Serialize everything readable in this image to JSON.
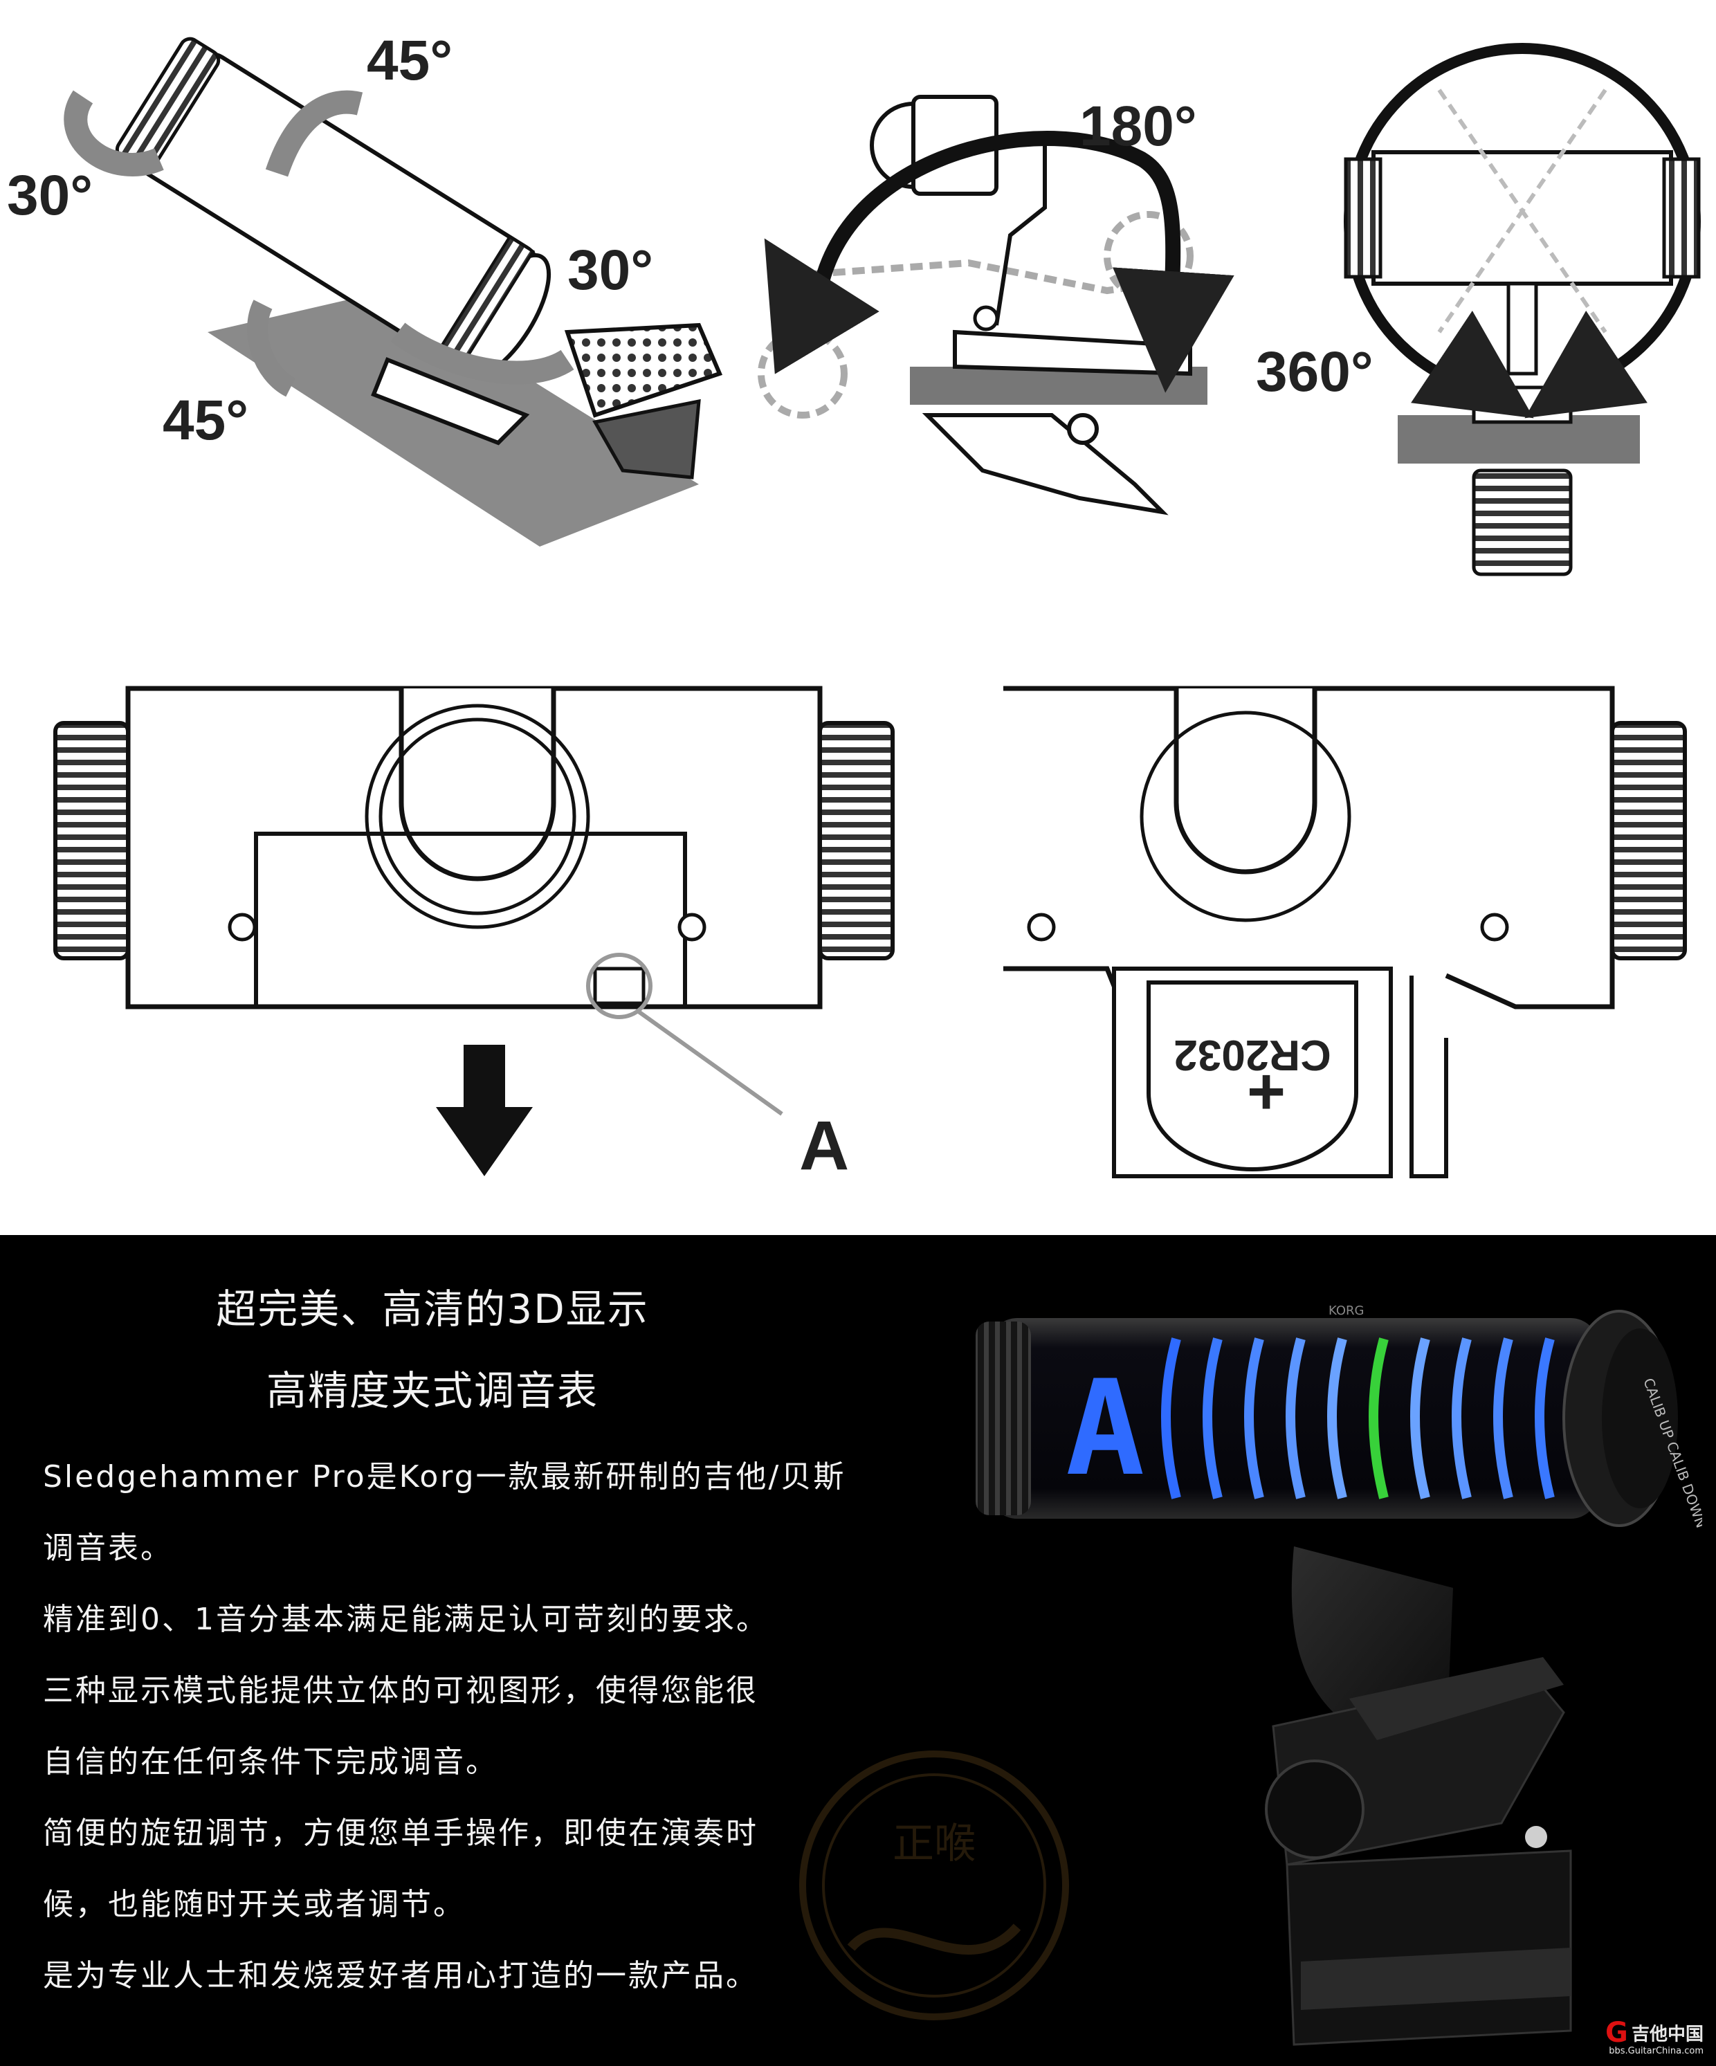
{
  "rotation_labels": {
    "top_tilt": "45°",
    "left_roll": "30°",
    "right_roll": "30°",
    "bottom_tilt": "45°",
    "head_rotate": "180°",
    "full_rotate": "360°"
  },
  "diagram_labels": {
    "battery_model": "CR2032",
    "battery_plus": "+",
    "callout_letter": "A"
  },
  "promo": {
    "heading_1": "超完美、高清的3D显示",
    "heading_2": "高精度夹式调音表",
    "paragraph_lines": [
      "Sledgehammer Pro是Korg一款最新研制的吉他/贝斯",
      "调音表。",
      "精准到0、1音分基本满足能满足认可苛刻的要求。",
      "三种显示模式能提供立体的可视图形，使得您能很",
      "自信的在任何条件下完成调音。",
      "简便的旋钮调节，方便您单手操作，即使在演奏时",
      "候，也能随时开关或者调节。",
      "是为专业人士和发烧爱好者用心打造的一款产品。"
    ],
    "display_note": "A",
    "brand_mark": "KORG",
    "knob_text": "CALIB UP  CALIB DOWN"
  },
  "watermark": {
    "text": "正喉"
  },
  "site_logo": {
    "glyph": "G",
    "name": "吉他中国",
    "url": "bbs.GuitarChina.com"
  },
  "colors": {
    "promo_background": "#000000",
    "tuner_blue": "#2f6bff",
    "tuner_green": "#38d13a",
    "logo_red": "#dd1111"
  }
}
